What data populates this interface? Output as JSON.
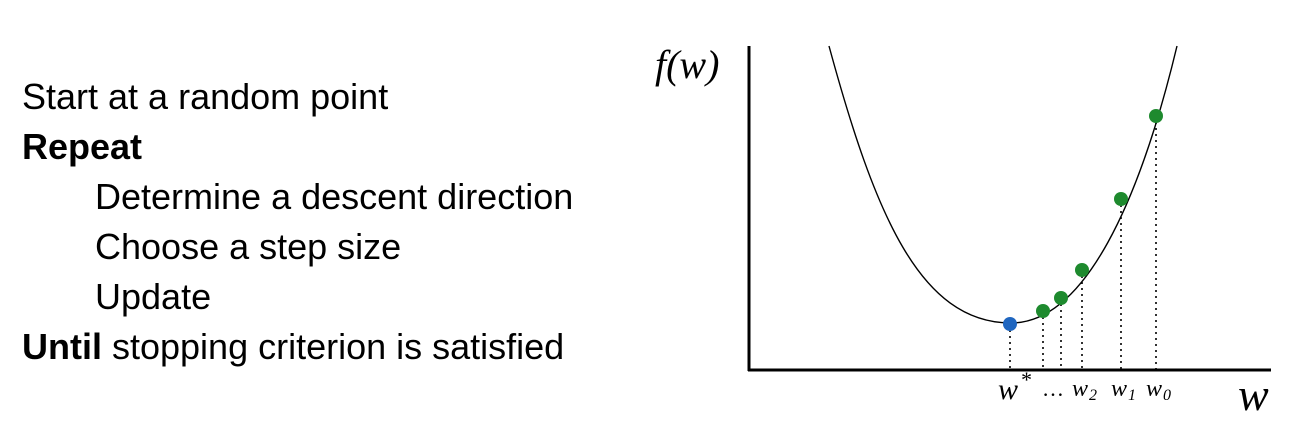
{
  "algorithm": {
    "line1": "Start at a random point",
    "line2_keyword": "Repeat",
    "line3": "Determine a descent direction",
    "line4": "Choose a step size",
    "line5": "Update",
    "line6_keyword": "Until",
    "line6_rest": " stopping criterion is satisfied"
  },
  "diagram": {
    "y_axis_label": "f(w)",
    "x_axis_label": "w",
    "tick_labels": {
      "w_star_base": "w",
      "w_star_sup": "*",
      "ellipsis": "…",
      "w2_base": "w",
      "w2_sub": "2",
      "w1_base": "w",
      "w1_sub": "1",
      "w0_base": "w",
      "w0_sub": "0"
    },
    "colors": {
      "curve": "#000000",
      "iterate_point": "#1e8a2e",
      "minimum_point": "#1f66c0"
    }
  }
}
